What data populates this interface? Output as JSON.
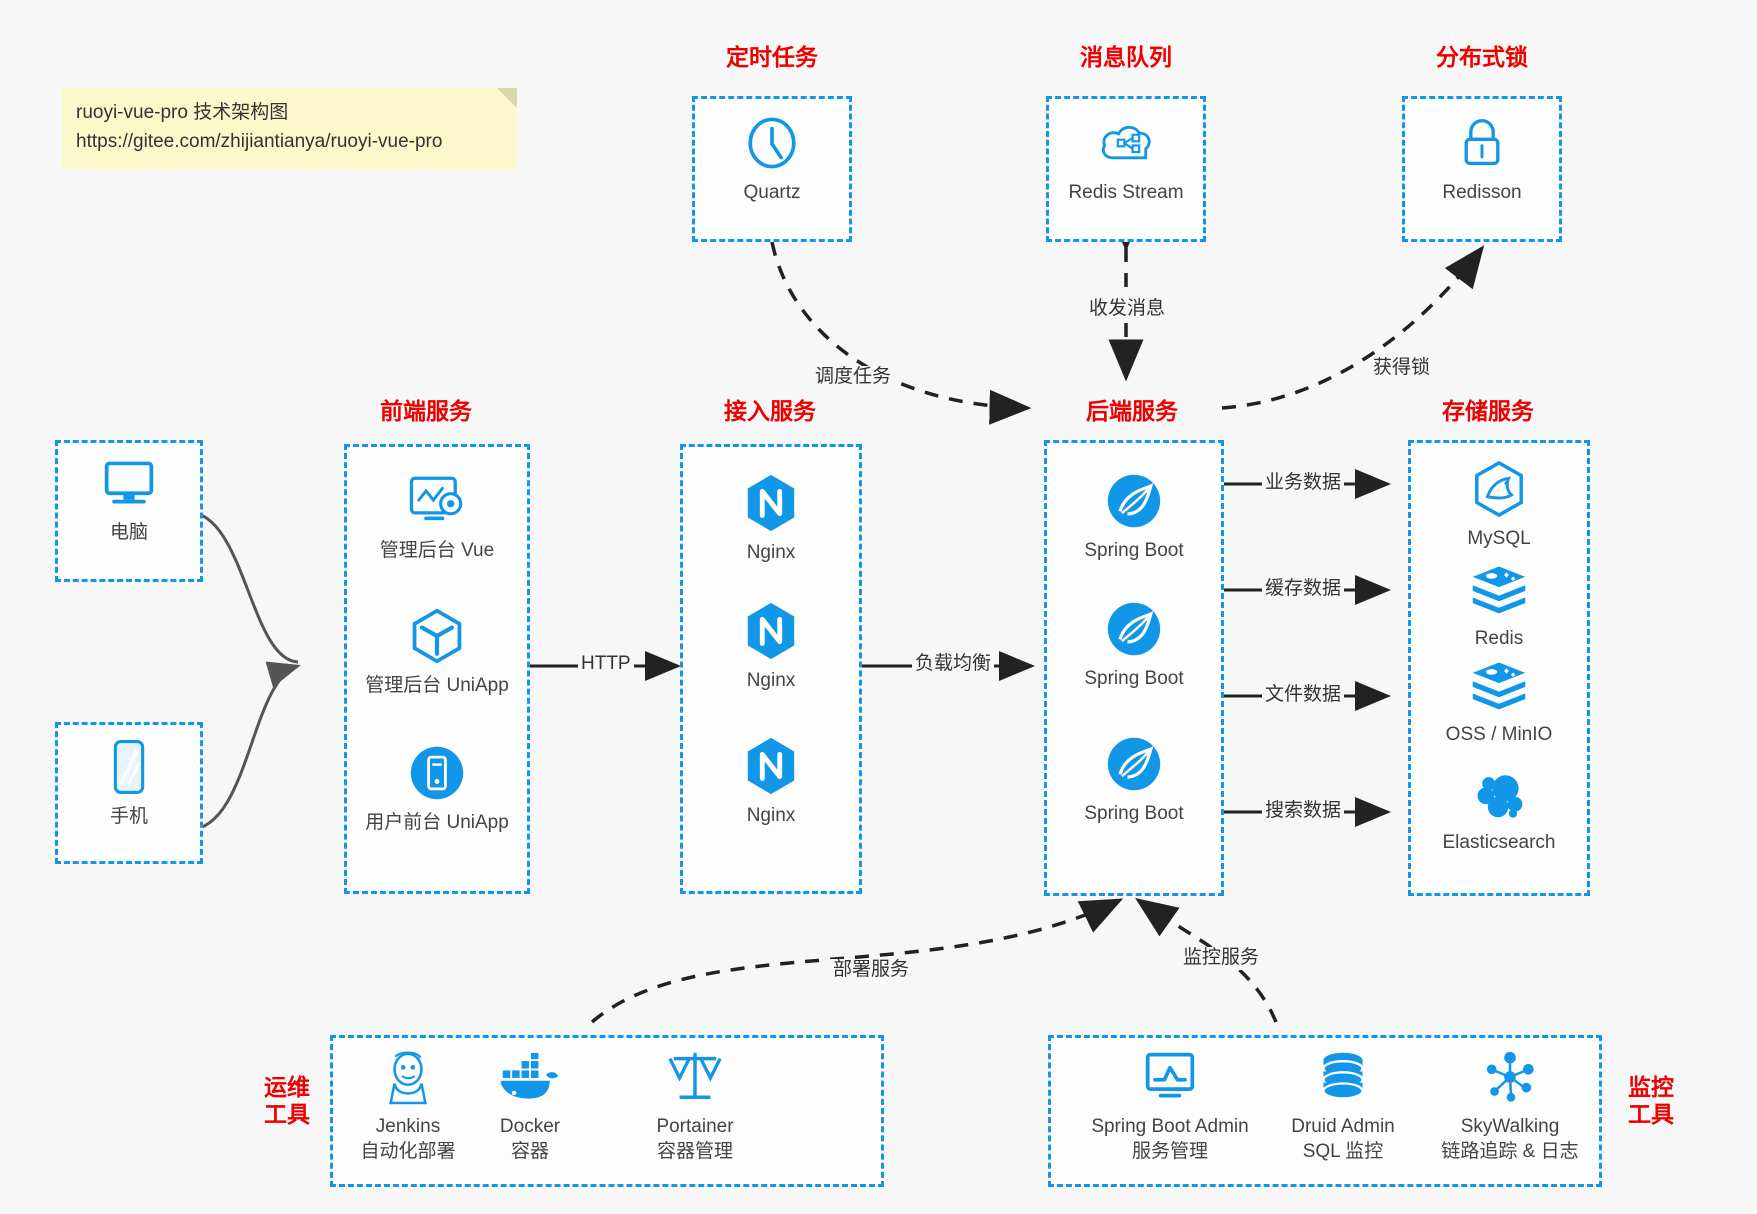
{
  "note": {
    "line1": "ruoyi-vue-pro 技术架构图",
    "line2": "https://gitee.com/zhijiantianya/ruoyi-vue-pro"
  },
  "colors": {
    "group_border": "#1296e8",
    "group_title": "#ee0000",
    "icon_blue": "#1296e8",
    "arrow": "#222222",
    "canvas": "#f7f7f7",
    "note_bg": "#fbf8cc"
  },
  "groups": {
    "scheduler": {
      "title": "定时任务"
    },
    "mq": {
      "title": "消息队列"
    },
    "lock": {
      "title": "分布式锁"
    },
    "frontend": {
      "title": "前端服务"
    },
    "gateway": {
      "title": "接入服务"
    },
    "backend": {
      "title": "后端服务"
    },
    "storage": {
      "title": "存储服务"
    },
    "devops": {
      "title": "运维\n工具",
      "title_l1": "运维",
      "title_l2": "工具"
    },
    "monitor": {
      "title": "监控\n工具",
      "title_l1": "监控",
      "title_l2": "工具"
    }
  },
  "nodes": {
    "quartz": {
      "label": "Quartz",
      "icon": "clock-icon"
    },
    "redis_stream": {
      "label": "Redis Stream",
      "icon": "cloud-stream-icon"
    },
    "redisson": {
      "label": "Redisson",
      "icon": "lock-icon"
    },
    "pc": {
      "label": "电脑",
      "icon": "desktop-icon"
    },
    "phone": {
      "label": "手机",
      "icon": "smartphone-icon"
    },
    "admin_vue": {
      "label": "管理后台 Vue",
      "icon": "dashboard-gear-icon"
    },
    "admin_uniapp": {
      "label": "管理后台 UniApp",
      "icon": "uniapp-cube-icon"
    },
    "user_uniapp": {
      "label": "用户前台 UniApp",
      "icon": "mobile-app-icon"
    },
    "nginx1": {
      "label": "Nginx",
      "icon": "nginx-icon"
    },
    "nginx2": {
      "label": "Nginx",
      "icon": "nginx-icon"
    },
    "nginx3": {
      "label": "Nginx",
      "icon": "nginx-icon"
    },
    "springboot1": {
      "label": "Spring Boot",
      "icon": "spring-boot-icon"
    },
    "springboot2": {
      "label": "Spring Boot",
      "icon": "spring-boot-icon"
    },
    "springboot3": {
      "label": "Spring Boot",
      "icon": "spring-boot-icon"
    },
    "mysql": {
      "label": "MySQL",
      "icon": "mysql-icon"
    },
    "redis": {
      "label": "Redis",
      "icon": "redis-stack-icon"
    },
    "oss": {
      "label": "OSS / MinIO",
      "icon": "oss-stack-icon"
    },
    "elasticsearch": {
      "label": "Elasticsearch",
      "icon": "elasticsearch-icon"
    },
    "jenkins": {
      "label": "Jenkins",
      "sublabel": "自动化部署",
      "icon": "jenkins-icon"
    },
    "docker": {
      "label": "Docker",
      "sublabel": "容器",
      "icon": "docker-icon"
    },
    "portainer": {
      "label": "Portainer",
      "sublabel": "容器管理",
      "icon": "scales-icon"
    },
    "sba": {
      "label": "Spring Boot Admin",
      "sublabel": "服务管理",
      "icon": "monitor-chart-icon"
    },
    "druid": {
      "label": "Druid Admin",
      "sublabel": "SQL 监控",
      "icon": "database-icon"
    },
    "skywalking": {
      "label": "SkyWalking",
      "sublabel": "链路追踪 & 日志",
      "icon": "skywalking-icon"
    }
  },
  "edges": {
    "http": "HTTP",
    "load_balance": "负载均衡",
    "schedule_task": "调度任务",
    "send_receive_message": "收发消息",
    "acquire_lock": "获得锁",
    "business_data": "业务数据",
    "cache_data": "缓存数据",
    "file_data": "文件数据",
    "search_data": "搜索数据",
    "deploy_service": "部署服务",
    "monitor_service": "监控服务"
  }
}
